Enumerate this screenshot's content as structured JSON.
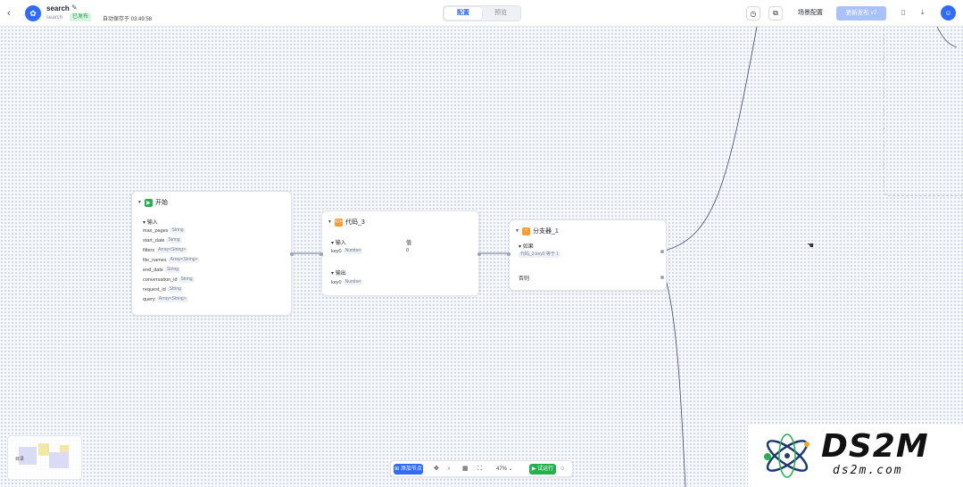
{
  "header": {
    "app_name": "search",
    "app_sub": "search",
    "status_badge": "已发布",
    "autosave": "自动保存于 03:49:58",
    "tabs": [
      {
        "label": "配置",
        "active": true
      },
      {
        "label": "预览",
        "active": false
      }
    ],
    "reset_label": "场景配置",
    "publish_label": "更新发布 v7",
    "accent_color": "#2f6bff"
  },
  "nodes": {
    "start": {
      "title": "开始",
      "section": "输入",
      "params": [
        {
          "name": "max_pages",
          "type": "String"
        },
        {
          "name": "start_date",
          "type": "String"
        },
        {
          "name": "filters",
          "type": "Array<String>"
        },
        {
          "name": "file_names",
          "type": "Array<String>"
        },
        {
          "name": "end_date",
          "type": "String"
        },
        {
          "name": "conversation_id",
          "type": "String"
        },
        {
          "name": "request_id",
          "type": "String"
        },
        {
          "name": "query",
          "type": "Array<String>"
        }
      ],
      "color": "#22b14c"
    },
    "code": {
      "title": "代码_3",
      "input_section": "输入",
      "input_col": "值",
      "input_row": {
        "name": "key0",
        "type": "Number",
        "value": "0"
      },
      "output_section": "输出",
      "output_row": {
        "name": "key0",
        "type": "Number"
      },
      "color": "#ff9a2e"
    },
    "branch": {
      "title": "分支器_1",
      "if_label": "如果",
      "condition": "代码_3.key0 等于 1",
      "else_label": "否则",
      "color": "#ff9a2e"
    }
  },
  "toolbar": {
    "add_node_label": "添加节点",
    "zoom": "47%",
    "run_label": "试运行"
  },
  "minimap": {
    "label": "目录"
  },
  "watermark": {
    "title": "DS2M",
    "subtitle": "ds2m.com"
  }
}
